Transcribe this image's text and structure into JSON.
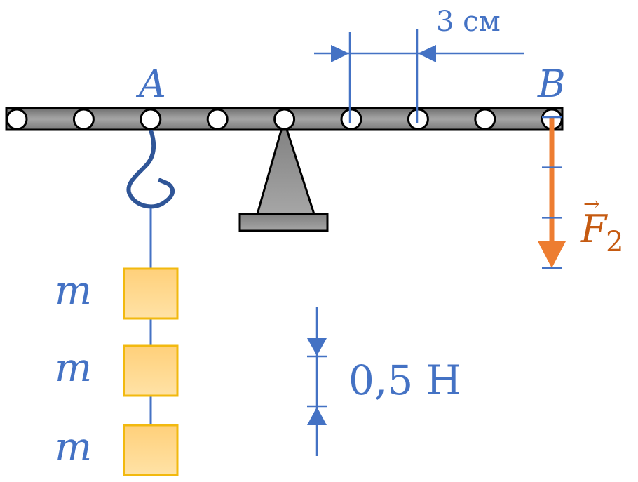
{
  "diagram": {
    "title": "Lever with weights and force F2",
    "labels": {
      "point_a": "A",
      "point_b": "B",
      "distance_scale": "3 см",
      "force_scale": "0,5 Н",
      "force_name": "F",
      "force_subscript": "2",
      "force_vector_arrow": "→",
      "mass": "m"
    },
    "lever": {
      "hole_count": 9,
      "pivot_hole_index": 4,
      "point_a_hole_index": 2,
      "point_b_hole_index": 8,
      "scale_marked_holes": [
        5,
        6
      ]
    },
    "masses": [
      {
        "label": "m"
      },
      {
        "label": "m"
      },
      {
        "label": "m"
      }
    ],
    "force_f2": {
      "divisions": 3,
      "direction": "down"
    },
    "colors": {
      "annotation_blue": "#4472c4",
      "hook_blue": "#2f5597",
      "force_orange": "#ed7d31",
      "force_label_orange": "#c55a11",
      "mass_fill": "#ffd88a",
      "mass_border": "#f2b90f",
      "lever_gray": "#8c8c8c"
    }
  }
}
